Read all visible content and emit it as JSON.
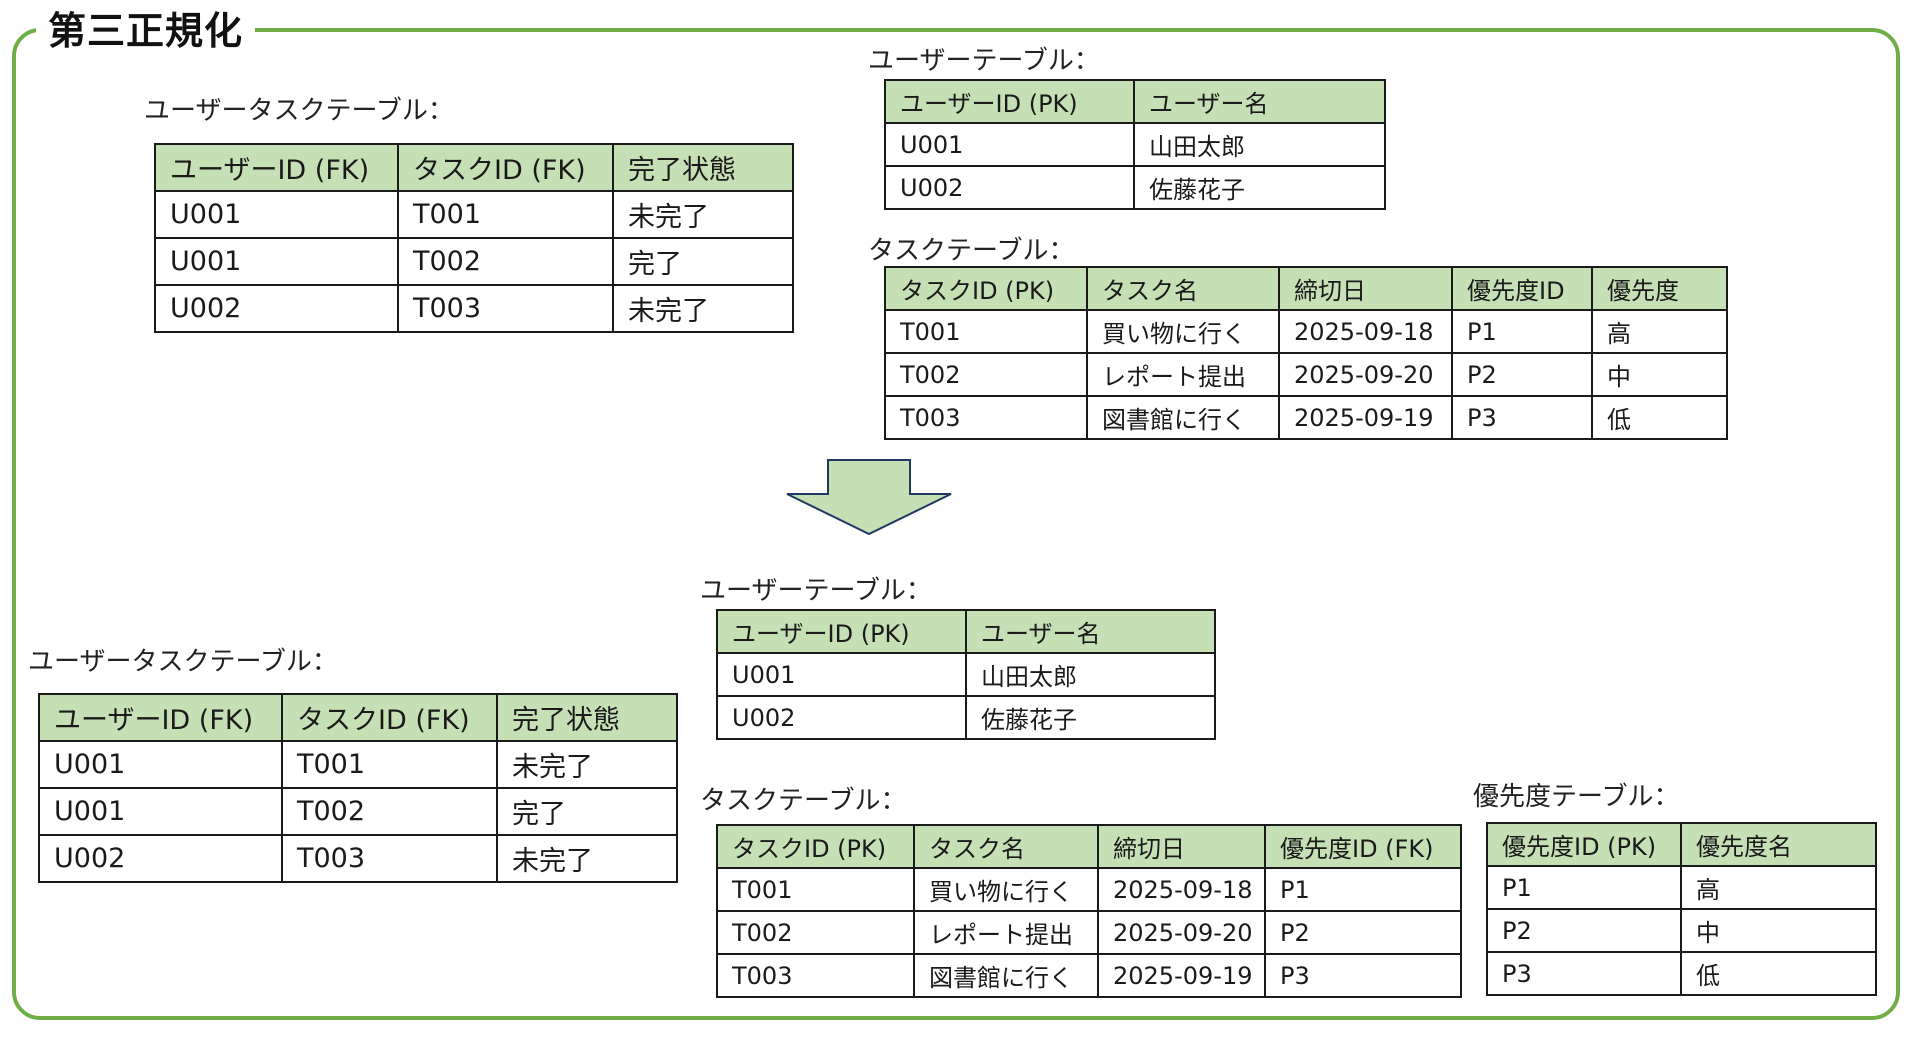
{
  "title": "第三正規化",
  "before": {
    "user_task_table": {
      "caption": "ユーザータスクテーブル：",
      "headers": [
        "ユーザーID (FK)",
        "タスクID (FK)",
        "完了状態"
      ],
      "rows": [
        [
          "U001",
          "T001",
          "未完了"
        ],
        [
          "U001",
          "T002",
          "完了"
        ],
        [
          "U002",
          "T003",
          "未完了"
        ]
      ]
    },
    "user_table": {
      "caption": "ユーザーテーブル：",
      "headers": [
        "ユーザーID (PK)",
        "ユーザー名"
      ],
      "rows": [
        [
          "U001",
          "山田太郎"
        ],
        [
          "U002",
          "佐藤花子"
        ]
      ]
    },
    "task_table": {
      "caption": "タスクテーブル：",
      "headers": [
        "タスクID (PK)",
        "タスク名",
        "締切日",
        "優先度ID",
        "優先度"
      ],
      "rows": [
        [
          "T001",
          "買い物に行く",
          "2025-09-18",
          "P1",
          "高"
        ],
        [
          "T002",
          "レポート提出",
          "2025-09-20",
          "P2",
          "中"
        ],
        [
          "T003",
          "図書館に行く",
          "2025-09-19",
          "P3",
          "低"
        ]
      ]
    }
  },
  "after": {
    "user_task_table": {
      "caption": "ユーザータスクテーブル：",
      "headers": [
        "ユーザーID (FK)",
        "タスクID (FK)",
        "完了状態"
      ],
      "rows": [
        [
          "U001",
          "T001",
          "未完了"
        ],
        [
          "U001",
          "T002",
          "完了"
        ],
        [
          "U002",
          "T003",
          "未完了"
        ]
      ]
    },
    "user_table": {
      "caption": "ユーザーテーブル：",
      "headers": [
        "ユーザーID (PK)",
        "ユーザー名"
      ],
      "rows": [
        [
          "U001",
          "山田太郎"
        ],
        [
          "U002",
          "佐藤花子"
        ]
      ]
    },
    "task_table": {
      "caption": "タスクテーブル：",
      "headers": [
        "タスクID (PK)",
        "タスク名",
        "締切日",
        "優先度ID (FK)"
      ],
      "rows": [
        [
          "T001",
          "買い物に行く",
          "2025-09-18",
          "P1"
        ],
        [
          "T002",
          "レポート提出",
          "2025-09-20",
          "P2"
        ],
        [
          "T003",
          "図書館に行く",
          "2025-09-19",
          "P3"
        ]
      ]
    },
    "priority_table": {
      "caption": "優先度テーブル：",
      "headers": [
        "優先度ID (PK)",
        "優先度名"
      ],
      "rows": [
        [
          "P1",
          "高"
        ],
        [
          "P2",
          "中"
        ],
        [
          "P3",
          "低"
        ]
      ]
    }
  },
  "colors": {
    "frame": "#70ad47",
    "header_fill": "#c5e0b4",
    "arrow_fill": "#c5e0b4",
    "arrow_stroke": "#203864"
  },
  "icons": {
    "transition": "down-arrow-icon"
  }
}
